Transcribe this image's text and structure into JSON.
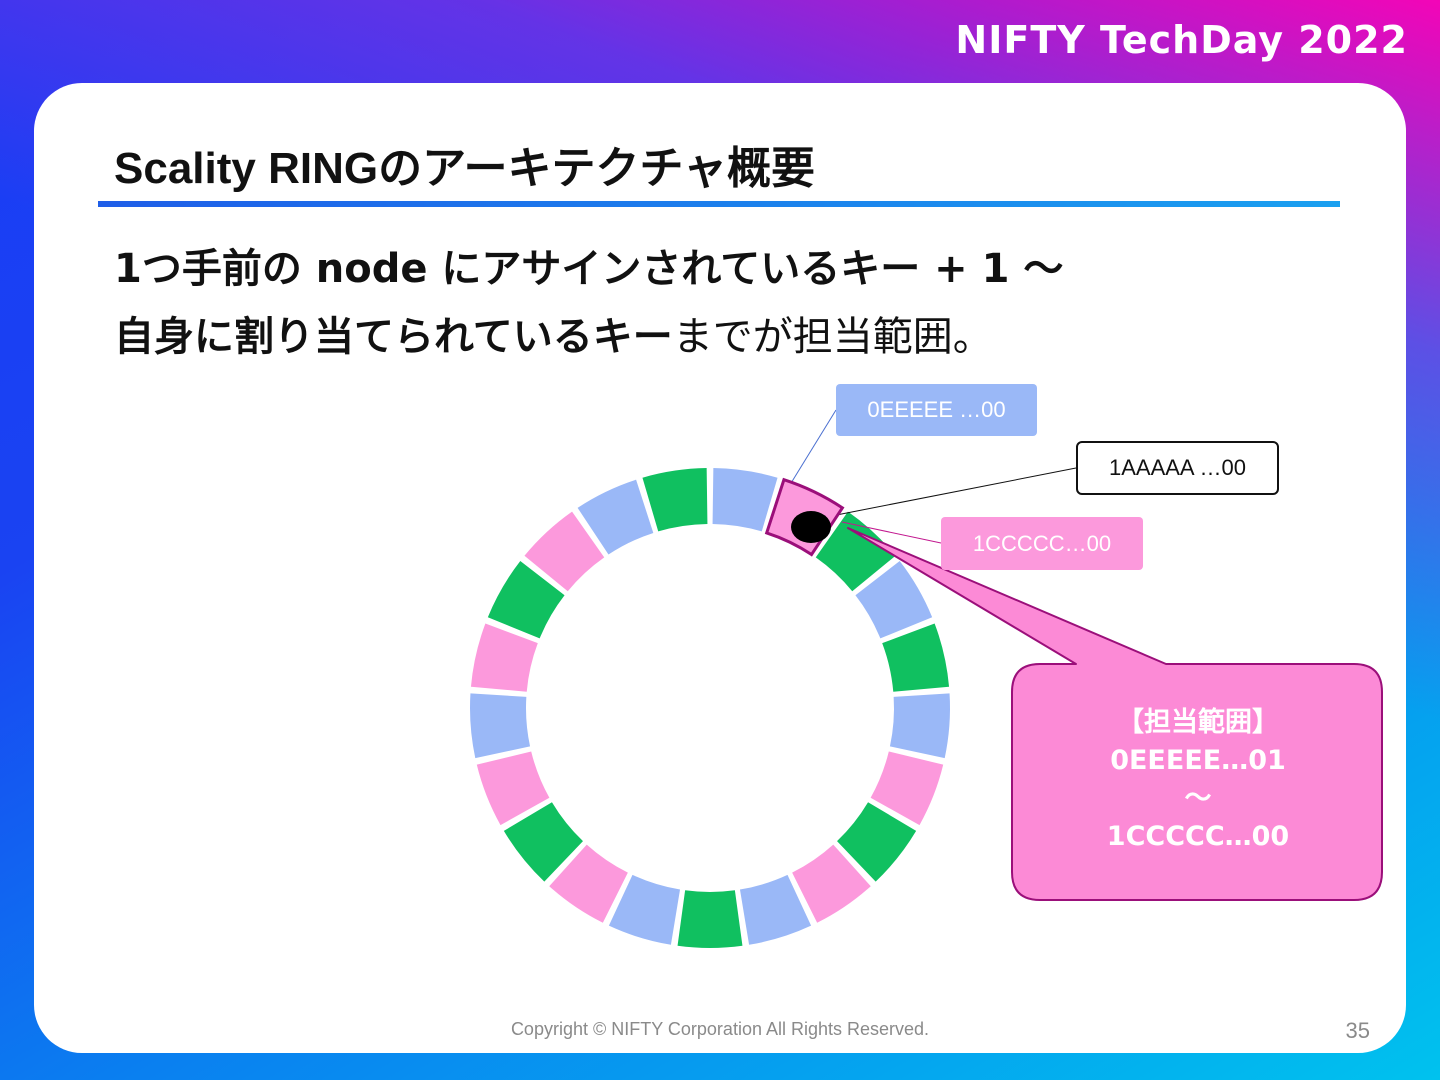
{
  "header": {
    "brand": "NIFTY TechDay 2022"
  },
  "slide": {
    "title": "Scality RINGのアーキテクチャ概要",
    "subtitle_line1": "1つ手前の node にアサインされているキー + 1 ～",
    "subtitle_line2_bold": "自身に割り当てられているキー",
    "subtitle_line2_normal": "までが担当範囲。"
  },
  "diagram": {
    "colors": {
      "blue": "#9ab8f7",
      "green": "#10c060",
      "pink": "#fc99dc",
      "accent_border": "#9b0f7a"
    },
    "ring_segments": [
      "blue",
      "pink",
      "green",
      "blue",
      "green",
      "blue",
      "pink",
      "green",
      "pink",
      "blue",
      "green",
      "blue",
      "pink",
      "green",
      "pink",
      "blue",
      "pink",
      "green",
      "pink",
      "blue",
      "green"
    ],
    "highlighted_segment_index": 1,
    "labels": {
      "prev_node_key": "0EEEEE …00",
      "own_node_key": "1AAAAA …00",
      "range_end_key": "1CCCCC…00"
    },
    "callout": {
      "line1": "【担当範囲】",
      "line2": "0EEEEE…01",
      "line3": "～",
      "line4": "1CCCCC…00"
    }
  },
  "footer": {
    "copyright": "Copyright © NIFTY Corporation All Rights Reserved.",
    "page_number": "35"
  }
}
